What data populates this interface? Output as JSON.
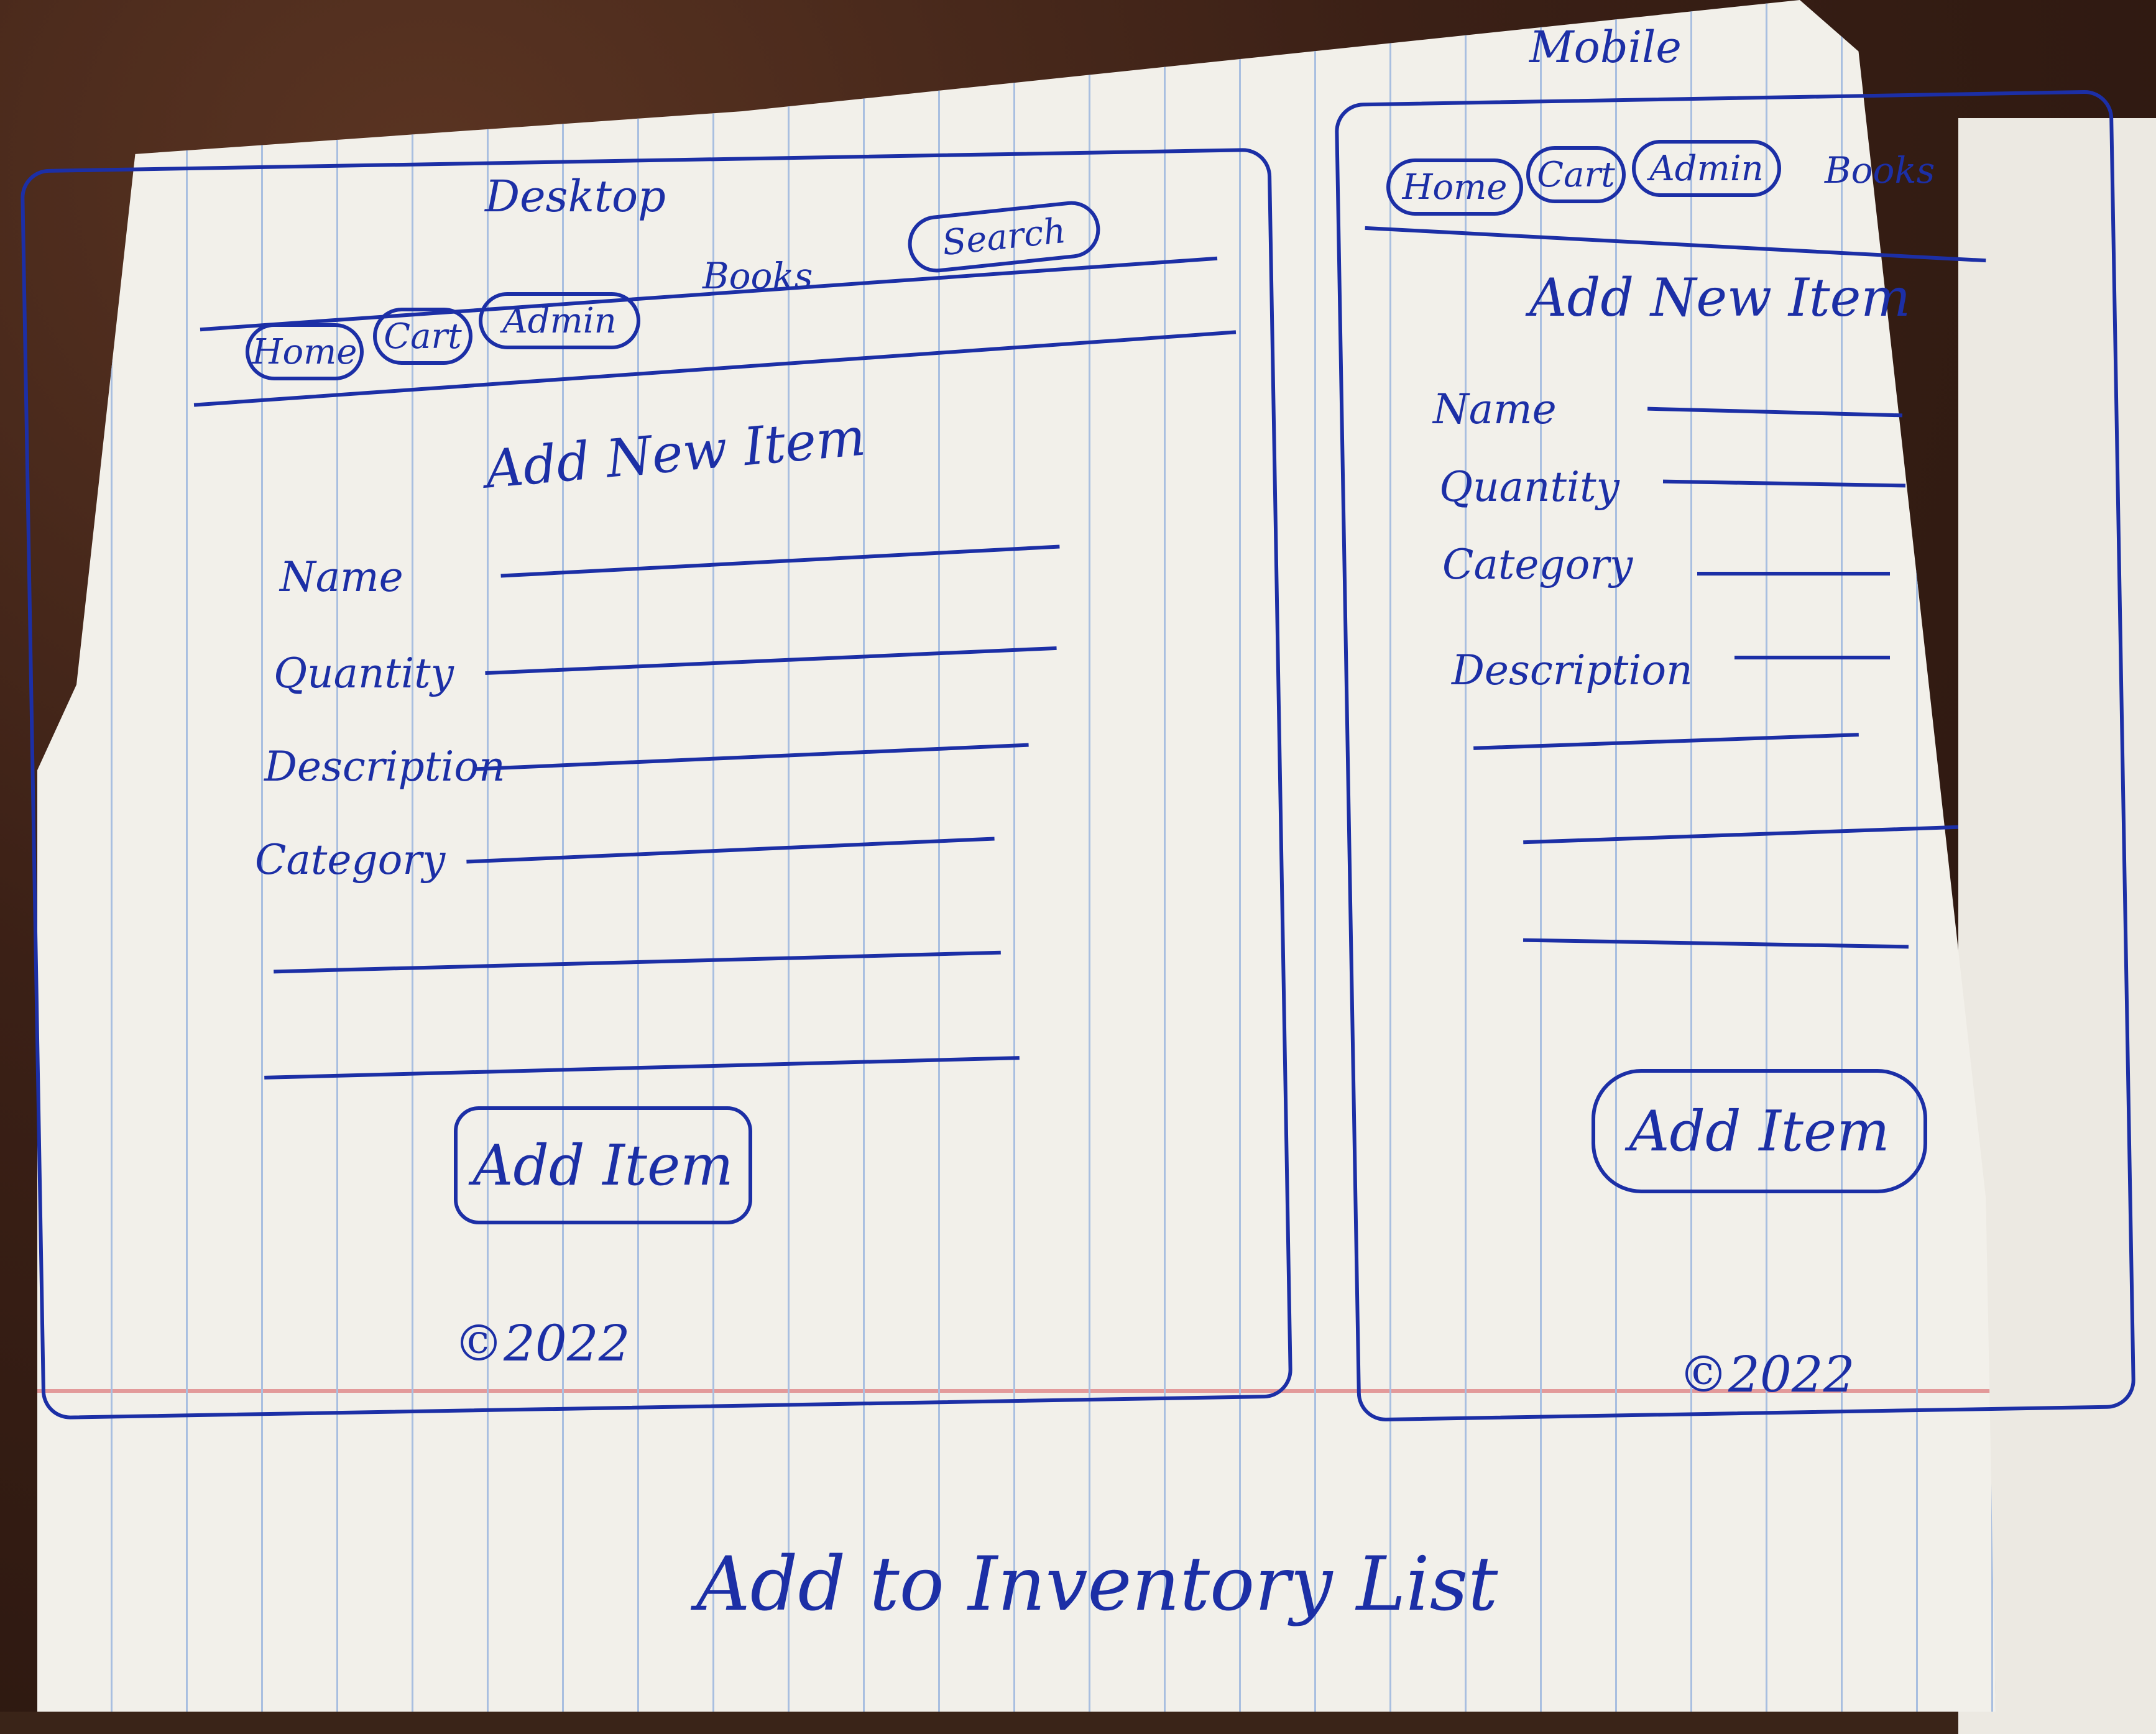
{
  "desktop": {
    "caption": "Desktop",
    "nav": {
      "home": "Home",
      "cart": "Cart",
      "admin": "Admin",
      "books": "Books",
      "search": "Search"
    },
    "heading": "Add New Item",
    "fields": [
      "Name",
      "Quantity",
      "Description",
      "Category"
    ],
    "button": "Add Item",
    "copyright": "©2022"
  },
  "mobile": {
    "caption": "Mobile",
    "nav": {
      "home": "Home",
      "cart": "Cart",
      "admin": "Admin",
      "books": "Books"
    },
    "heading": "Add New Item",
    "fields": [
      "Name",
      "Quantity",
      "Category",
      "Description"
    ],
    "button": "Add Item",
    "copyright": "©2022"
  },
  "page_title": "Add to Inventory List"
}
